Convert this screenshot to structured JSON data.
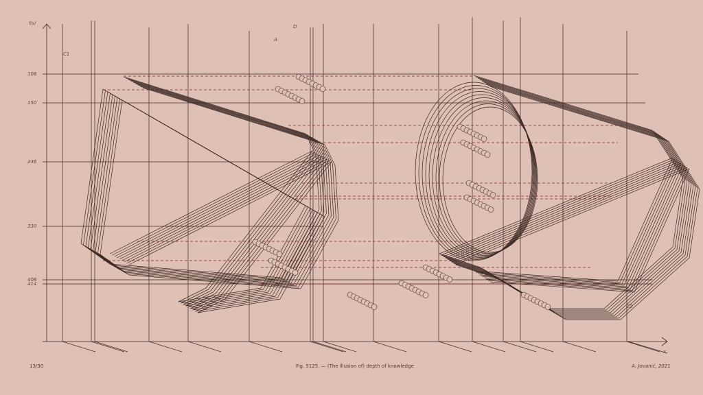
{
  "axis": {
    "y_label": "f(x)",
    "x_label": "x",
    "y_ticks": [
      "108",
      "150",
      "236",
      "330",
      "408",
      "414"
    ]
  },
  "annotations": {
    "c1": "C1",
    "c2": "C2",
    "a": "A",
    "d": "D"
  },
  "footer": {
    "page": "13/30",
    "caption": "Fig. 5125. — (The illusion of) depth of knowledge",
    "author": "A. Jovanić, 2021"
  },
  "colors": {
    "background": "#dfc0b4",
    "ink": "#3a2824",
    "dash": "#8a1f22"
  }
}
